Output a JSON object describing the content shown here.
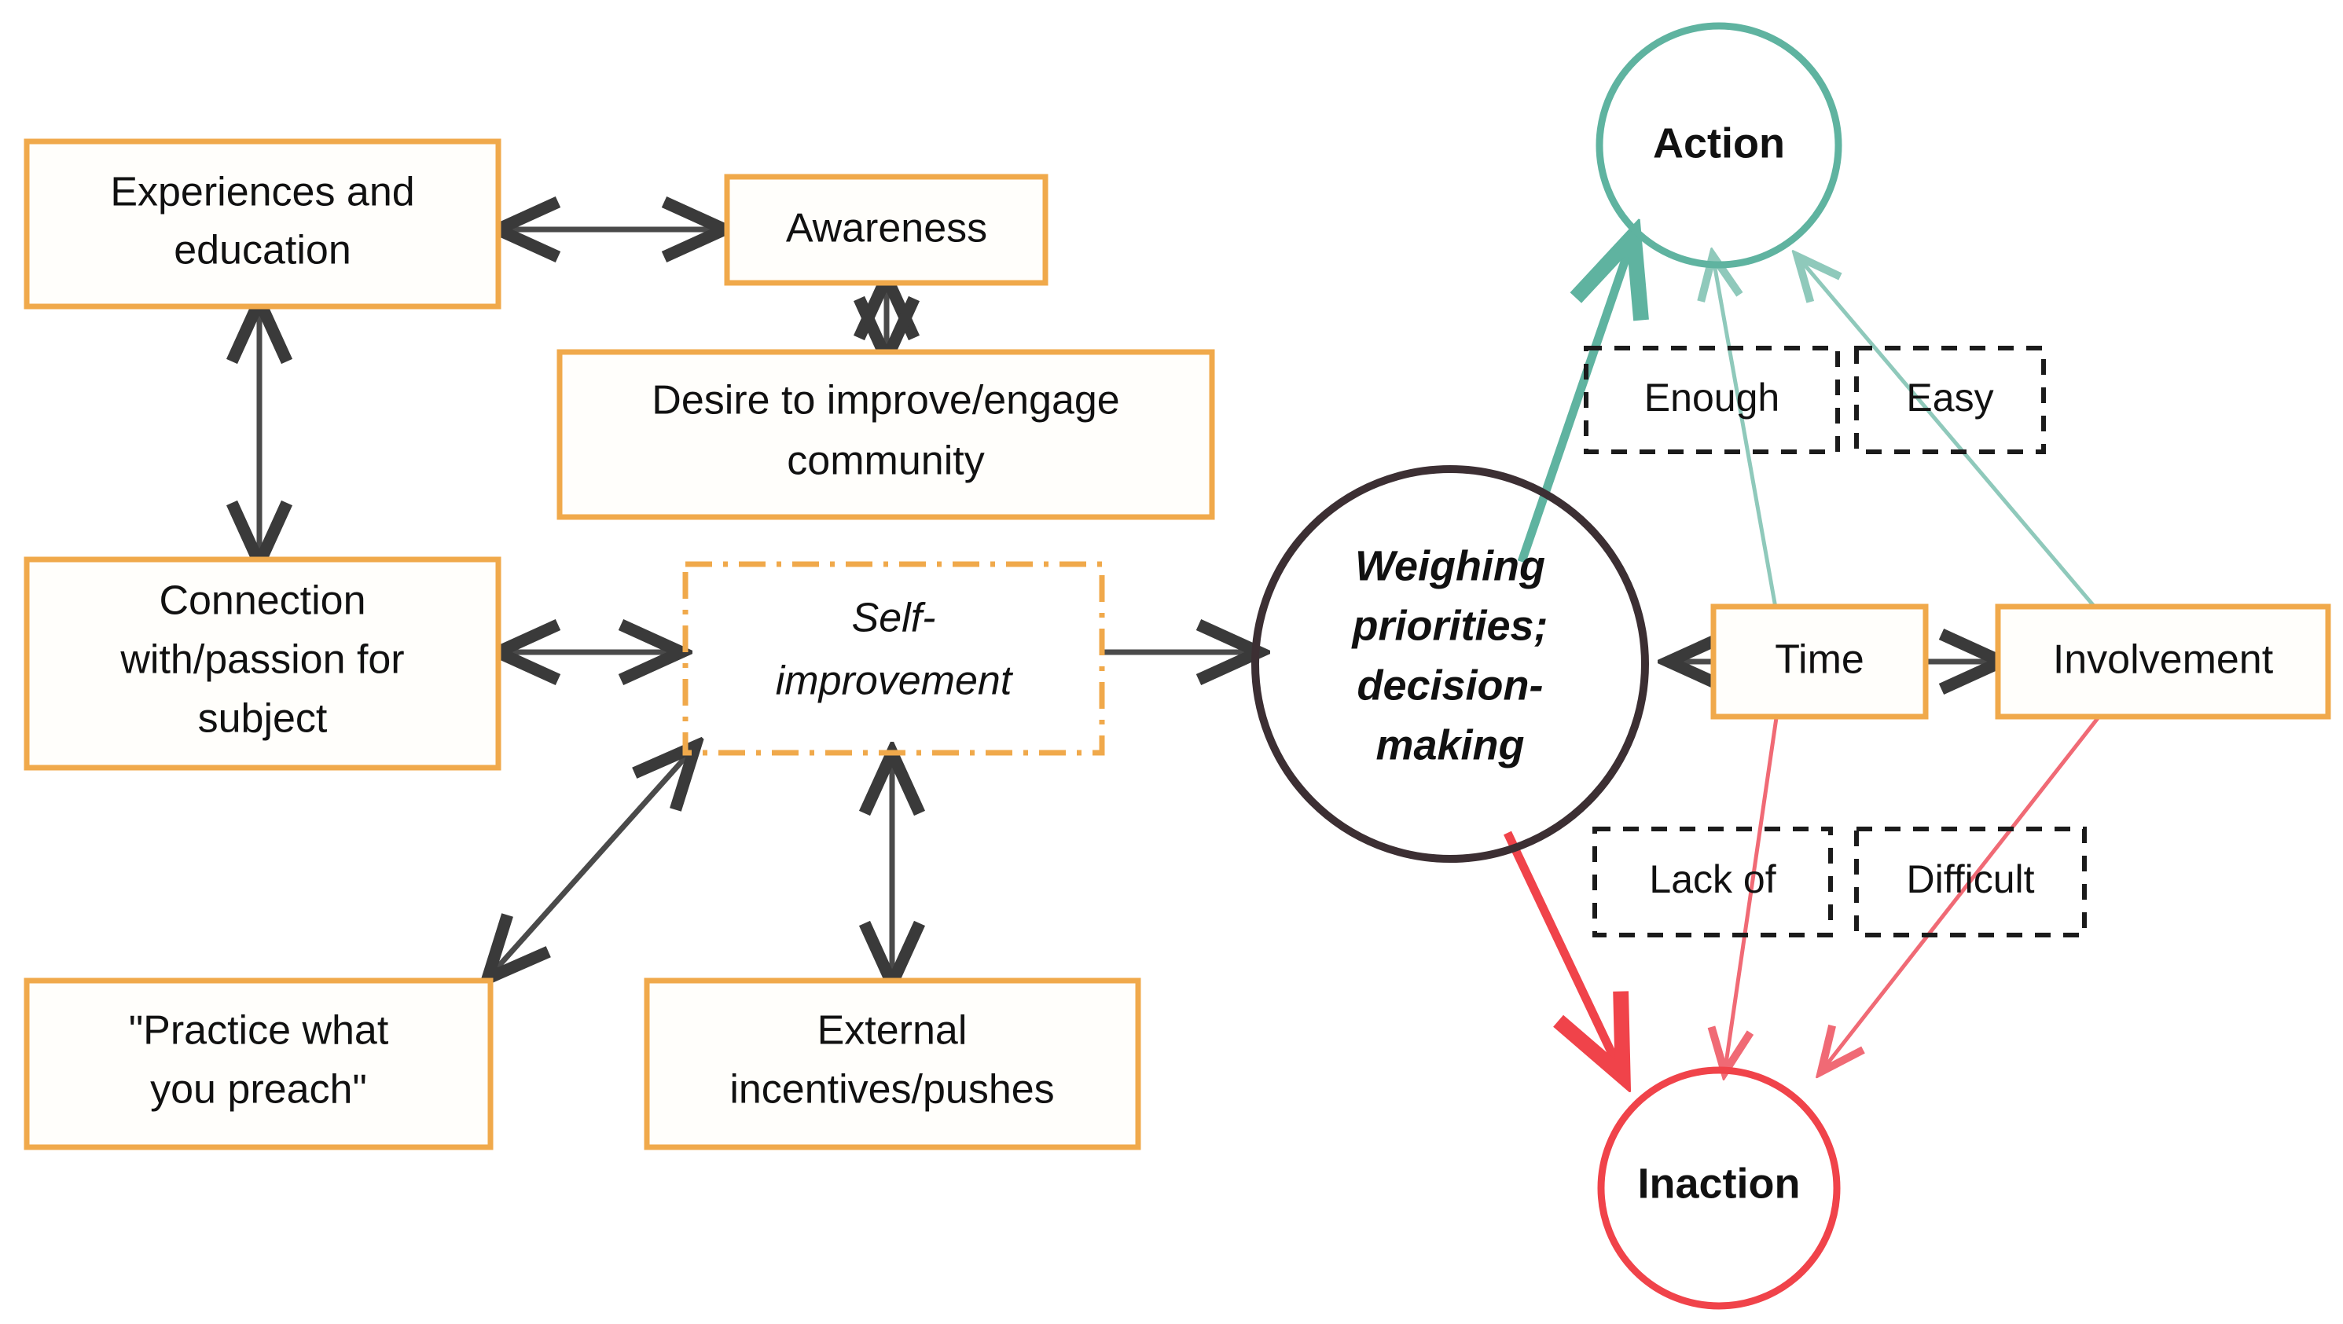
{
  "diagram": {
    "title": "Decision-making pathway from awareness to action or inaction",
    "colors": {
      "box_border_orange": "#F0A94B",
      "box_fill": "#FFFEFB",
      "dashed_box_border": "#1B1B1B",
      "center_circle_border": "#3C2F33",
      "action_circle_border": "#5FB3A0",
      "inaction_circle_border": "#F0434A",
      "arrow_dark": "#4A4A4A",
      "link_green": "#5FB3A0",
      "link_red": "#F0434A",
      "text": "#111111",
      "background": "#FFFFFF"
    },
    "nodes": {
      "experiences": {
        "label_line1": "Experiences and",
        "label_line2": "education",
        "shape": "rect",
        "style": "solid-orange"
      },
      "awareness": {
        "label": "Awareness",
        "shape": "rect",
        "style": "solid-orange"
      },
      "desire": {
        "label_line1": "Desire to improve/engage",
        "label_line2": "community",
        "shape": "rect",
        "style": "solid-orange"
      },
      "connection": {
        "label_line1": "Connection",
        "label_line2": "with/passion for",
        "label_line3": "subject",
        "shape": "rect",
        "style": "solid-orange"
      },
      "self_improvement": {
        "label_line1": "Self-",
        "label_line2": "improvement",
        "shape": "rect",
        "style": "dash-dot-orange",
        "italic": true
      },
      "practice": {
        "label_line1": "\"Practice what",
        "label_line2": "you preach\"",
        "shape": "rect",
        "style": "solid-orange"
      },
      "external": {
        "label_line1": "External",
        "label_line2": "incentives/pushes",
        "shape": "rect",
        "style": "solid-orange"
      },
      "weighing": {
        "label_line1": "Weighing",
        "label_line2": "priorities;",
        "label_line3": "decision-",
        "label_line4": "making",
        "shape": "circle",
        "style": "dark-outline",
        "bold_italic": true
      },
      "action": {
        "label": "Action",
        "shape": "circle",
        "style": "green-outline",
        "bold": true
      },
      "inaction": {
        "label": "Inaction",
        "shape": "circle",
        "style": "red-outline",
        "bold": true
      },
      "enough": {
        "label": "Enough",
        "shape": "rect",
        "style": "dashed-black"
      },
      "easy": {
        "label": "Easy",
        "shape": "rect",
        "style": "dashed-black"
      },
      "lack_of": {
        "label": "Lack of",
        "shape": "rect",
        "style": "dashed-black"
      },
      "difficult": {
        "label": "Difficult",
        "shape": "rect",
        "style": "dashed-black"
      },
      "time": {
        "label": "Time",
        "shape": "rect",
        "style": "solid-orange"
      },
      "involvement": {
        "label": "Involvement",
        "shape": "rect",
        "style": "solid-orange"
      }
    },
    "edges": [
      {
        "from": "experiences",
        "to": "awareness",
        "arrow": "double",
        "color": "dark"
      },
      {
        "from": "awareness",
        "to": "desire",
        "arrow": "double",
        "color": "dark"
      },
      {
        "from": "experiences",
        "to": "connection",
        "arrow": "double",
        "color": "dark"
      },
      {
        "from": "connection",
        "to": "self_improvement",
        "arrow": "double",
        "color": "dark"
      },
      {
        "from": "practice",
        "to": "self_improvement",
        "arrow": "double",
        "color": "dark"
      },
      {
        "from": "external",
        "to": "self_improvement",
        "arrow": "double",
        "color": "dark"
      },
      {
        "from": "self_improvement",
        "to": "weighing",
        "arrow": "single",
        "color": "dark"
      },
      {
        "from": "time",
        "to": "weighing",
        "arrow": "single",
        "color": "dark"
      },
      {
        "from": "time",
        "to": "involvement",
        "arrow": "single",
        "color": "dark"
      },
      {
        "from": "weighing",
        "to": "action",
        "arrow": "single",
        "color": "green"
      },
      {
        "from": "time",
        "to": "action",
        "arrow": "single",
        "color": "green",
        "via": "enough"
      },
      {
        "from": "involvement",
        "to": "action",
        "arrow": "single",
        "color": "green",
        "via": "easy"
      },
      {
        "from": "weighing",
        "to": "inaction",
        "arrow": "single",
        "color": "red"
      },
      {
        "from": "time",
        "to": "inaction",
        "arrow": "single",
        "color": "red",
        "via": "lack_of"
      },
      {
        "from": "involvement",
        "to": "inaction",
        "arrow": "single",
        "color": "red",
        "via": "difficult"
      }
    ]
  }
}
